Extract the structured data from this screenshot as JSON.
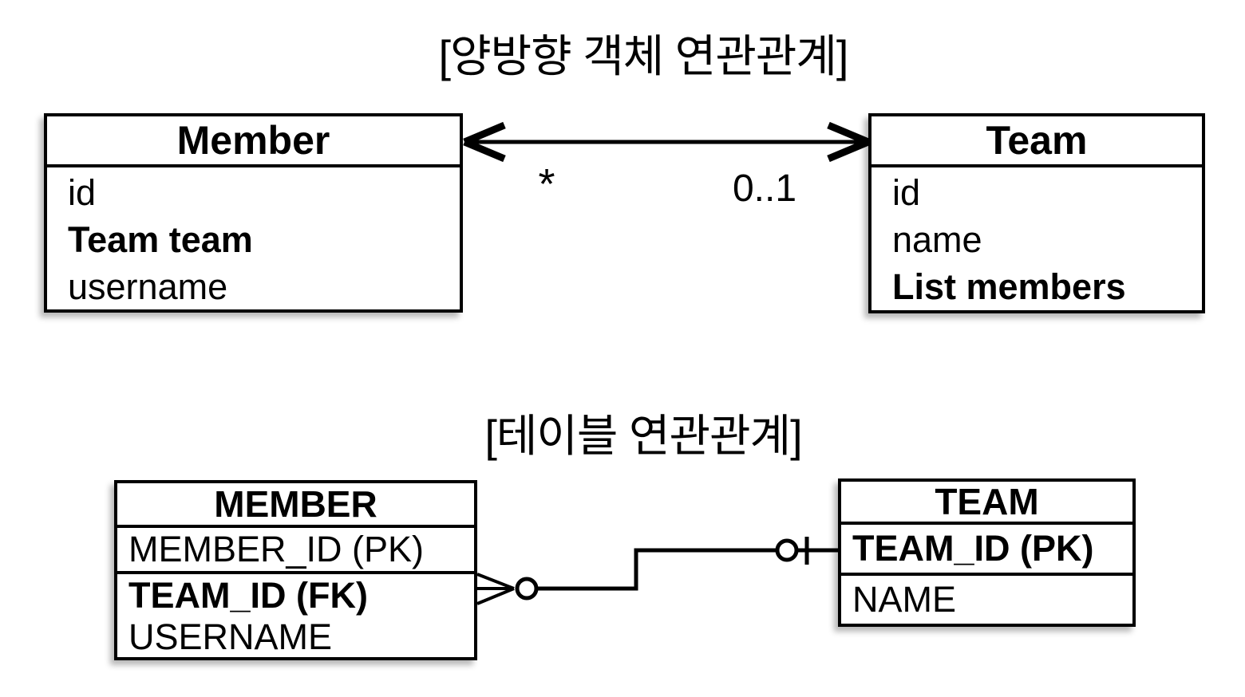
{
  "object_diagram": {
    "title": "[양방향 객체 연관관계]",
    "member_class": {
      "name": "Member",
      "fields": [
        "id",
        "Team team",
        "username"
      ]
    },
    "team_class": {
      "name": "Team",
      "fields": [
        "id",
        "name",
        "List members"
      ]
    },
    "association": {
      "type": "bidirectional-arrow",
      "member_side_multiplicity": "*",
      "team_side_multiplicity": "0..1"
    }
  },
  "table_diagram": {
    "title": "[테이블 연관관계]",
    "member_table": {
      "name": "MEMBER",
      "columns": [
        "MEMBER_ID (PK)",
        "TEAM_ID (FK)",
        "USERNAME"
      ]
    },
    "team_table": {
      "name": "TEAM",
      "columns": [
        "TEAM_ID (PK)",
        "NAME"
      ]
    },
    "relationship": {
      "member_side_symbol": "zero-or-many-crowsfoot",
      "team_side_symbol": "zero-or-one"
    }
  },
  "colors": {
    "background": "#ffffff",
    "line": "#000000",
    "text": "#000000"
  }
}
